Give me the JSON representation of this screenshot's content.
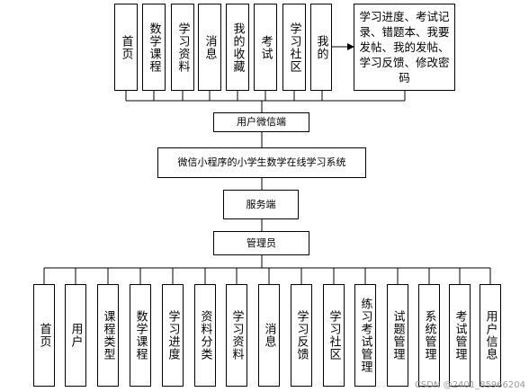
{
  "user_modules": [
    "首页",
    "数学课程",
    "学习资料",
    "消息",
    "我的收藏",
    "考试",
    "学习社区",
    "我的"
  ],
  "my_sub_modules": "学习进度、考试记录、错题本、我要发帖、我的发帖、学习反馈、修改密码",
  "user_client": "用户微信端",
  "system_title": "微信小程序的小学生数学在线学习系统",
  "server": "服务端",
  "admin": "管理员",
  "admin_modules": [
    "首页",
    "用户",
    "课程类型",
    "数学课程",
    "学习进度",
    "资料分类",
    "学习资料",
    "消息",
    "学习反馈",
    "学习社区",
    "练习考试管理",
    "试题管理",
    "系统管理",
    "考试管理",
    "用户信息"
  ],
  "watermark": "CSDN @2401_85966204"
}
